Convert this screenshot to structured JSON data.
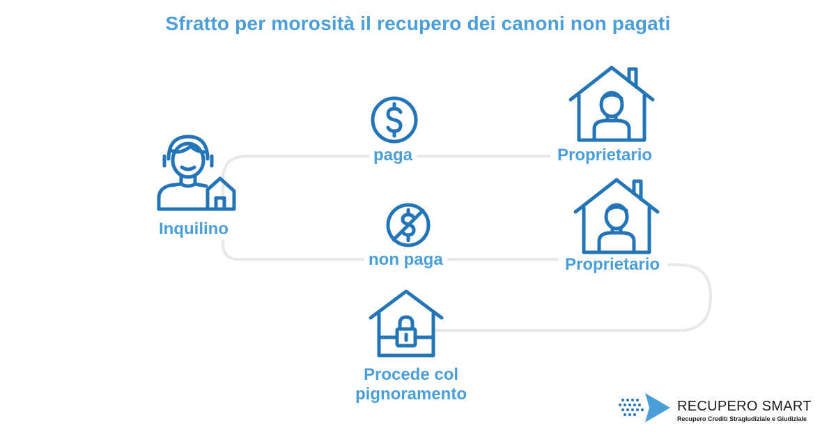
{
  "title": "Sfratto per morosità il recupero dei canoni non pagati",
  "nodes": {
    "tenant": "Inquilino",
    "pays": "paga",
    "owner_paid": "Proprietario",
    "not_pays": "non paga",
    "owner_unpaid": "Proprietario",
    "procedure_line1": "Procede col",
    "procedure_line2": "pignoramento"
  },
  "icons": {
    "tenant": "tenant-with-house-icon",
    "pays": "dollar-coin-icon",
    "owner_paid": "owner-house-icon",
    "not_pays": "no-dollar-icon",
    "owner_unpaid": "owner-house-icon",
    "procedure": "locked-house-icon"
  },
  "colors": {
    "title": "#4a9fd8",
    "icons": "#2475b8",
    "labels": "#4a9fd8",
    "connectors": "#e8e8e8"
  },
  "logo": {
    "name": "RECUPERO SMART",
    "tagline": "Recupero Crediti Stragiudiziale e Giudiziale"
  }
}
